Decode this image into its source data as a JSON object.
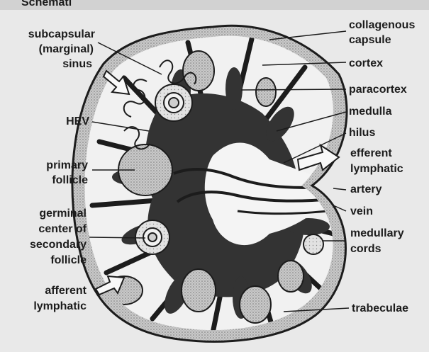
{
  "diagram": {
    "heading_fragment": "Schemati",
    "labels_left": {
      "subcapsular_1": "subcapsular",
      "subcapsular_2": "(marginal)",
      "subcapsular_3": "sinus",
      "hev": "HEV",
      "primary_1": "primary",
      "primary_2": "follicle",
      "germinal_1": "germinal",
      "germinal_2": "center of",
      "germinal_3": "secondary",
      "germinal_4": "follicle",
      "afferent_1": "afferent",
      "afferent_2": "lymphatic"
    },
    "labels_right": {
      "collagenous_1": "collagenous",
      "collagenous_2": "capsule",
      "cortex": "cortex",
      "paracortex": "paracortex",
      "medulla": "medulla",
      "hilus": "hilus",
      "efferent_1": "efferent",
      "efferent_2": "lymphatic",
      "artery": "artery",
      "vein": "vein",
      "medullary_1": "medullary",
      "medullary_2": "cords",
      "trabeculae": "trabeculae"
    }
  },
  "colors": {
    "background": "#7a7a7a",
    "page": "#e9e9e9",
    "capsule": "#bdbdbd",
    "cortex": "#f1f1f1",
    "medulla": "#333333",
    "ink": "#1c1c1c"
  }
}
